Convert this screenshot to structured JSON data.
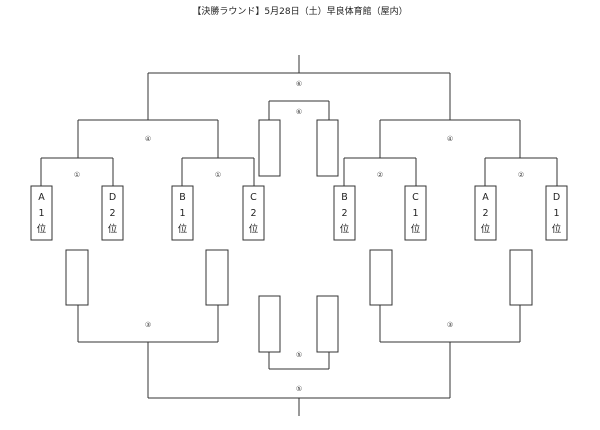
{
  "title": "【決勝ラウンド】5月28日（土）早良体育館（屋内）",
  "match_numbers": {
    "final_top": "⑥",
    "center_top": "⑥",
    "left_semi": "④",
    "right_semi": "④",
    "left_qf_1": "①",
    "left_qf_2": "①",
    "right_qf_1": "②",
    "right_qf_2": "②",
    "left_third": "③",
    "right_third": "③",
    "center_bottom": "⑤",
    "final_bottom": "⑤"
  },
  "slots": [
    {
      "chars": [
        "A",
        "1",
        "位"
      ]
    },
    {
      "chars": [
        "D",
        "2",
        "位"
      ]
    },
    {
      "chars": [
        "B",
        "1",
        "位"
      ]
    },
    {
      "chars": [
        "C",
        "2",
        "位"
      ]
    },
    {
      "chars": [
        "B",
        "2",
        "位"
      ]
    },
    {
      "chars": [
        "C",
        "1",
        "位"
      ]
    },
    {
      "chars": [
        "A",
        "2",
        "位"
      ]
    },
    {
      "chars": [
        "D",
        "1",
        "位"
      ]
    }
  ]
}
